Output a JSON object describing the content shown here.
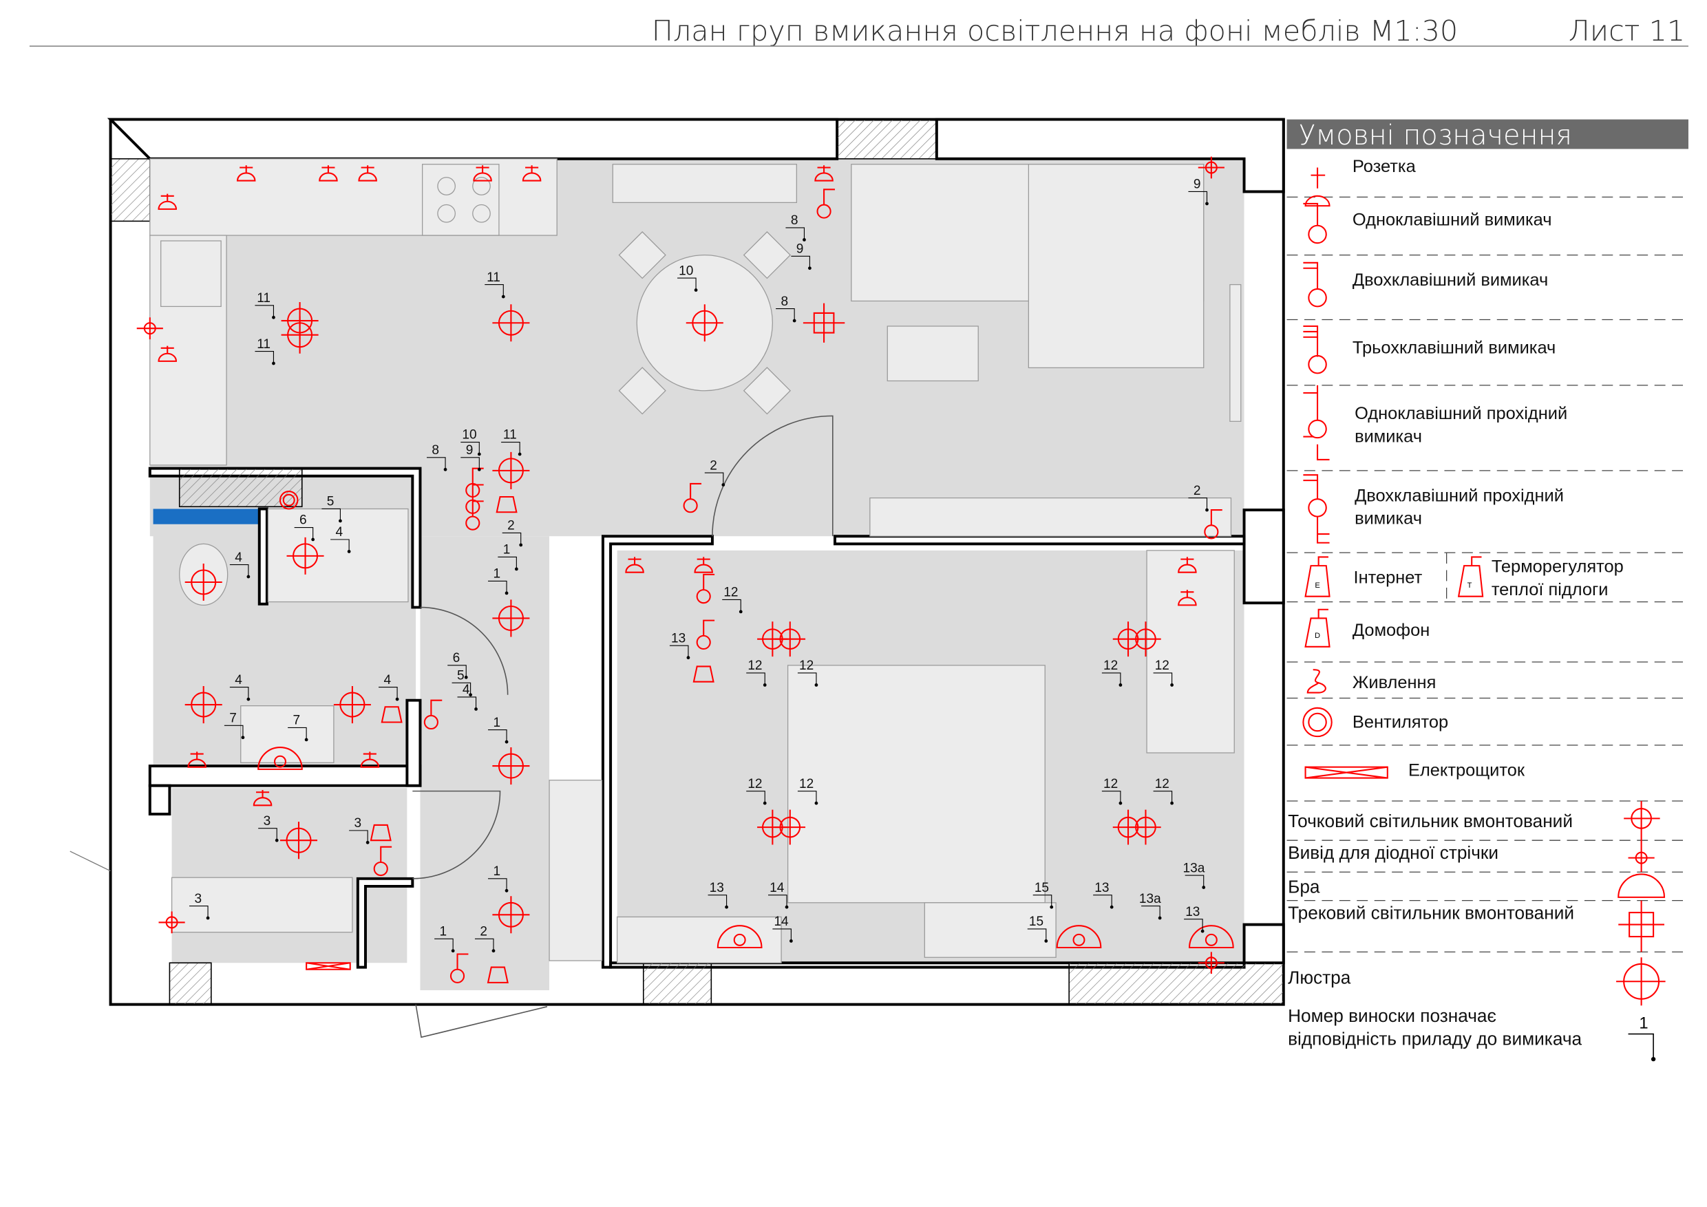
{
  "header": {
    "title": "План груп вмикання освітлення на фоні меблів М1:30",
    "sheet": "Лист 11"
  },
  "legend": {
    "title": "Умовні позначення",
    "socket": "Розетка",
    "switch1": "Одноклавішний вимикач",
    "switch2": "Двохклавішний вимикач",
    "switch3": "Трьохклавішний вимикач",
    "pass1_l1": "Одноклавішний прохідний",
    "pass1_l2": "вимикач",
    "pass2_l1": "Двохклавішний прохідний",
    "pass2_l2": "вимикач",
    "internet": "Інтернет",
    "internet_letter": "E",
    "thermo_l1": "Терморегулятор",
    "thermo_l2": "теплої підлоги",
    "thermo_letter": "T",
    "intercom": "Домофон",
    "intercom_letter": "D",
    "power": "Живлення",
    "fan": "Вентилятор",
    "panel": "Електрощиток",
    "spot": "Точковий світильник вмонтований",
    "led": "Вивід для діодної стрічки",
    "sconce": "Бра",
    "track": "Трековий світильник вмонтований",
    "chandelier": "Люстра",
    "callout_l1": "Номер виноски позначає",
    "callout_l2": "відповідність приладу до вимикача",
    "callout_example": "1"
  },
  "plan": {
    "accent_color": "#ff0000",
    "callouts": [
      "11",
      "11",
      "11",
      "10",
      "8",
      "9",
      "8",
      "9",
      "8",
      "10",
      "9",
      "11",
      "2",
      "1",
      "5",
      "6",
      "4",
      "4",
      "1",
      "2",
      "2",
      "6",
      "5",
      "4",
      "4",
      "4",
      "7",
      "7",
      "1",
      "3",
      "3",
      "3",
      "1",
      "1",
      "2",
      "12",
      "13",
      "12",
      "12",
      "12",
      "12",
      "12",
      "12",
      "12",
      "12",
      "13",
      "14",
      "14",
      "15",
      "13",
      "15",
      "13а",
      "13а",
      "13"
    ]
  }
}
